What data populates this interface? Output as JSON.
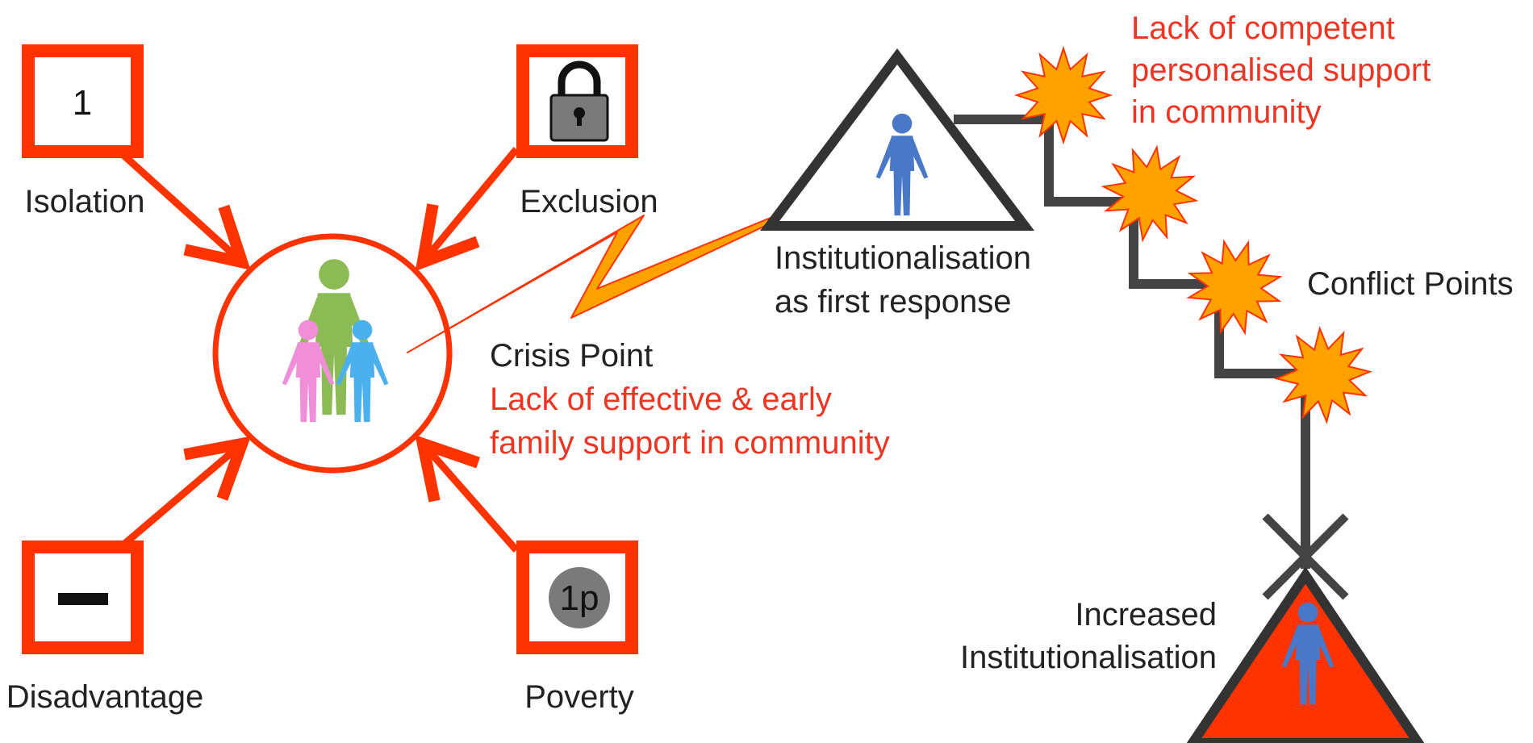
{
  "colors": {
    "accent_red": "#ff3300",
    "text_red": "#ee3524",
    "text_dark": "#222222",
    "stair_gray": "#444444",
    "burst_fill": "#ffa200",
    "burst_stroke": "#ff3300",
    "lightning_fill": "#ffa200"
  },
  "factors": [
    {
      "label": "Isolation",
      "icon": "number-one-icon",
      "symbol": "1"
    },
    {
      "label": "Exclusion",
      "icon": "padlock-icon"
    },
    {
      "label": "Disadvantage",
      "icon": "minus-icon"
    },
    {
      "label": "Poverty",
      "icon": "coin-icon",
      "symbol": "1p"
    }
  ],
  "center": {
    "icon": "family-icon"
  },
  "crisis": {
    "title": "Crisis Point",
    "line1": "Lack of effective & early",
    "line2": "family support in community"
  },
  "institution": {
    "line1": "Institutionalisation",
    "line2": "as first response",
    "icon": "person-icon"
  },
  "support_gap": {
    "line1": "Lack of competent",
    "line2": "personalised support",
    "line3": "in community"
  },
  "conflict": {
    "label": "Conflict Points",
    "icon": "burst-icon"
  },
  "increased": {
    "line1": "Increased",
    "line2": "Institutionalisation",
    "icon": "person-icon"
  }
}
